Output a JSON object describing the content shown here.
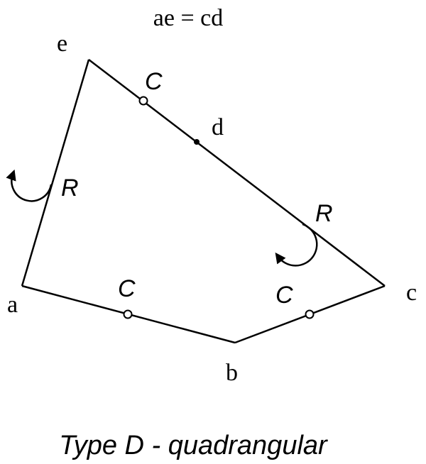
{
  "equation": "ae = cd",
  "caption": "Type D - quadrangular",
  "vertices": {
    "a": "a",
    "b": "b",
    "c": "c",
    "d": "d",
    "e": "e"
  },
  "edge_labels": {
    "c_upper": "C",
    "c_lower_left": "C",
    "c_lower_right": "C",
    "r_left": "R",
    "r_right": "R"
  },
  "colors": {
    "line": "#000000",
    "background": "#ffffff"
  }
}
